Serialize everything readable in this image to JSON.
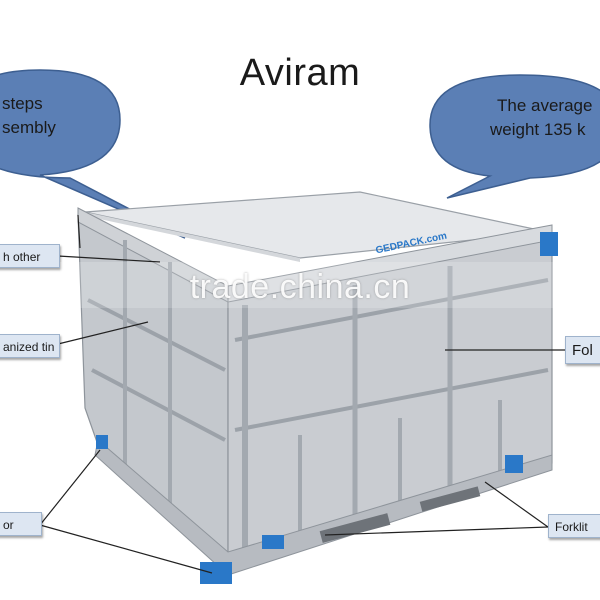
{
  "title": "Aviram",
  "bubble_left": {
    "line1": "steps",
    "line2": "sembly"
  },
  "bubble_right": {
    "line1": "The average",
    "line2": "weight 135 k"
  },
  "callouts": {
    "left_top": "h other",
    "left_mid": "anized tin",
    "left_bottom": "or",
    "right_mid": "Fol",
    "right_bottom": "Forklit"
  },
  "container_print": "GEDPACK.com",
  "watermark": "trade.china.cn",
  "colors": {
    "bubble_fill": "#5b7fb5",
    "bubble_stroke": "#3d5f91",
    "steel": "#c9ccd1",
    "corner_blue": "#2a78c8"
  }
}
